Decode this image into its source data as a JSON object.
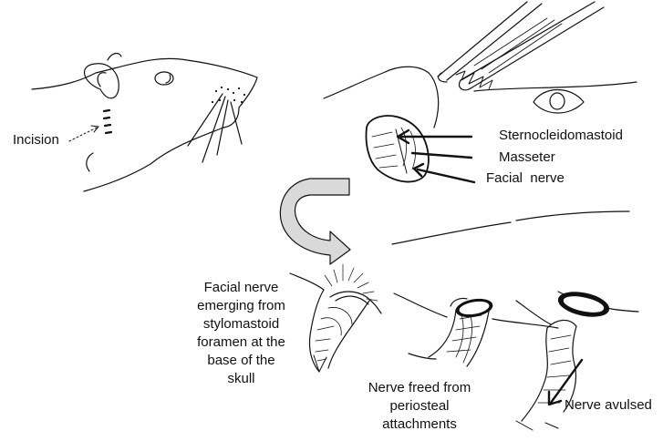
{
  "labels": {
    "incision": "Incision",
    "sternocleidomastoid": "Sternocleidomastoid",
    "masseter": "Masseter",
    "facial_nerve": "Facial  nerve",
    "emerging": [
      "Facial nerve",
      "emerging from",
      "stylomastoid",
      "foramen at the",
      "base of the",
      "skull"
    ],
    "freed": [
      "Nerve freed from",
      "periosteal",
      "attachments"
    ],
    "avulsed": "Nerve avulsed"
  },
  "colors": {
    "ink": "#111111",
    "curved_arrow_fill": "#d9d9d9",
    "background": "#ffffff"
  }
}
